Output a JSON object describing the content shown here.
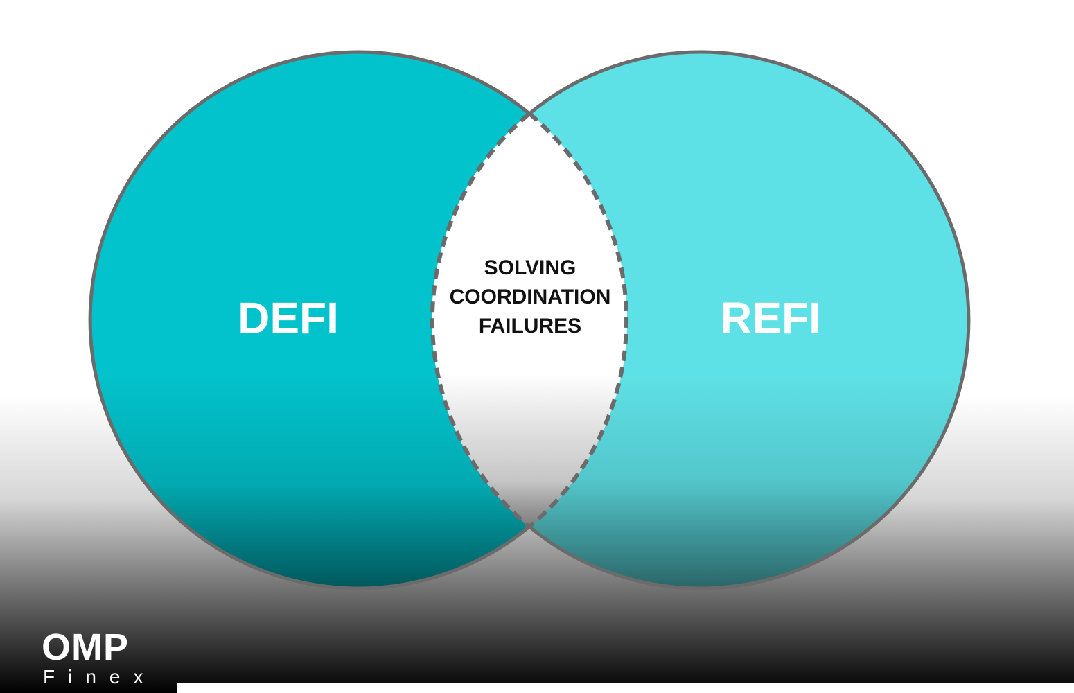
{
  "diagram": {
    "left_circle": {
      "label": "DEFI",
      "color": "#02C2CB"
    },
    "right_circle": {
      "label": "REFI",
      "color": "#5EE1E6"
    },
    "intersection": {
      "lines": [
        "SOLVING",
        "COORDINATION",
        "FAILURES"
      ],
      "color": "#FFFFFF"
    },
    "outline_color": "#6B6B6B"
  },
  "logo": {
    "primary": "OMP",
    "secondary": "Finex"
  }
}
